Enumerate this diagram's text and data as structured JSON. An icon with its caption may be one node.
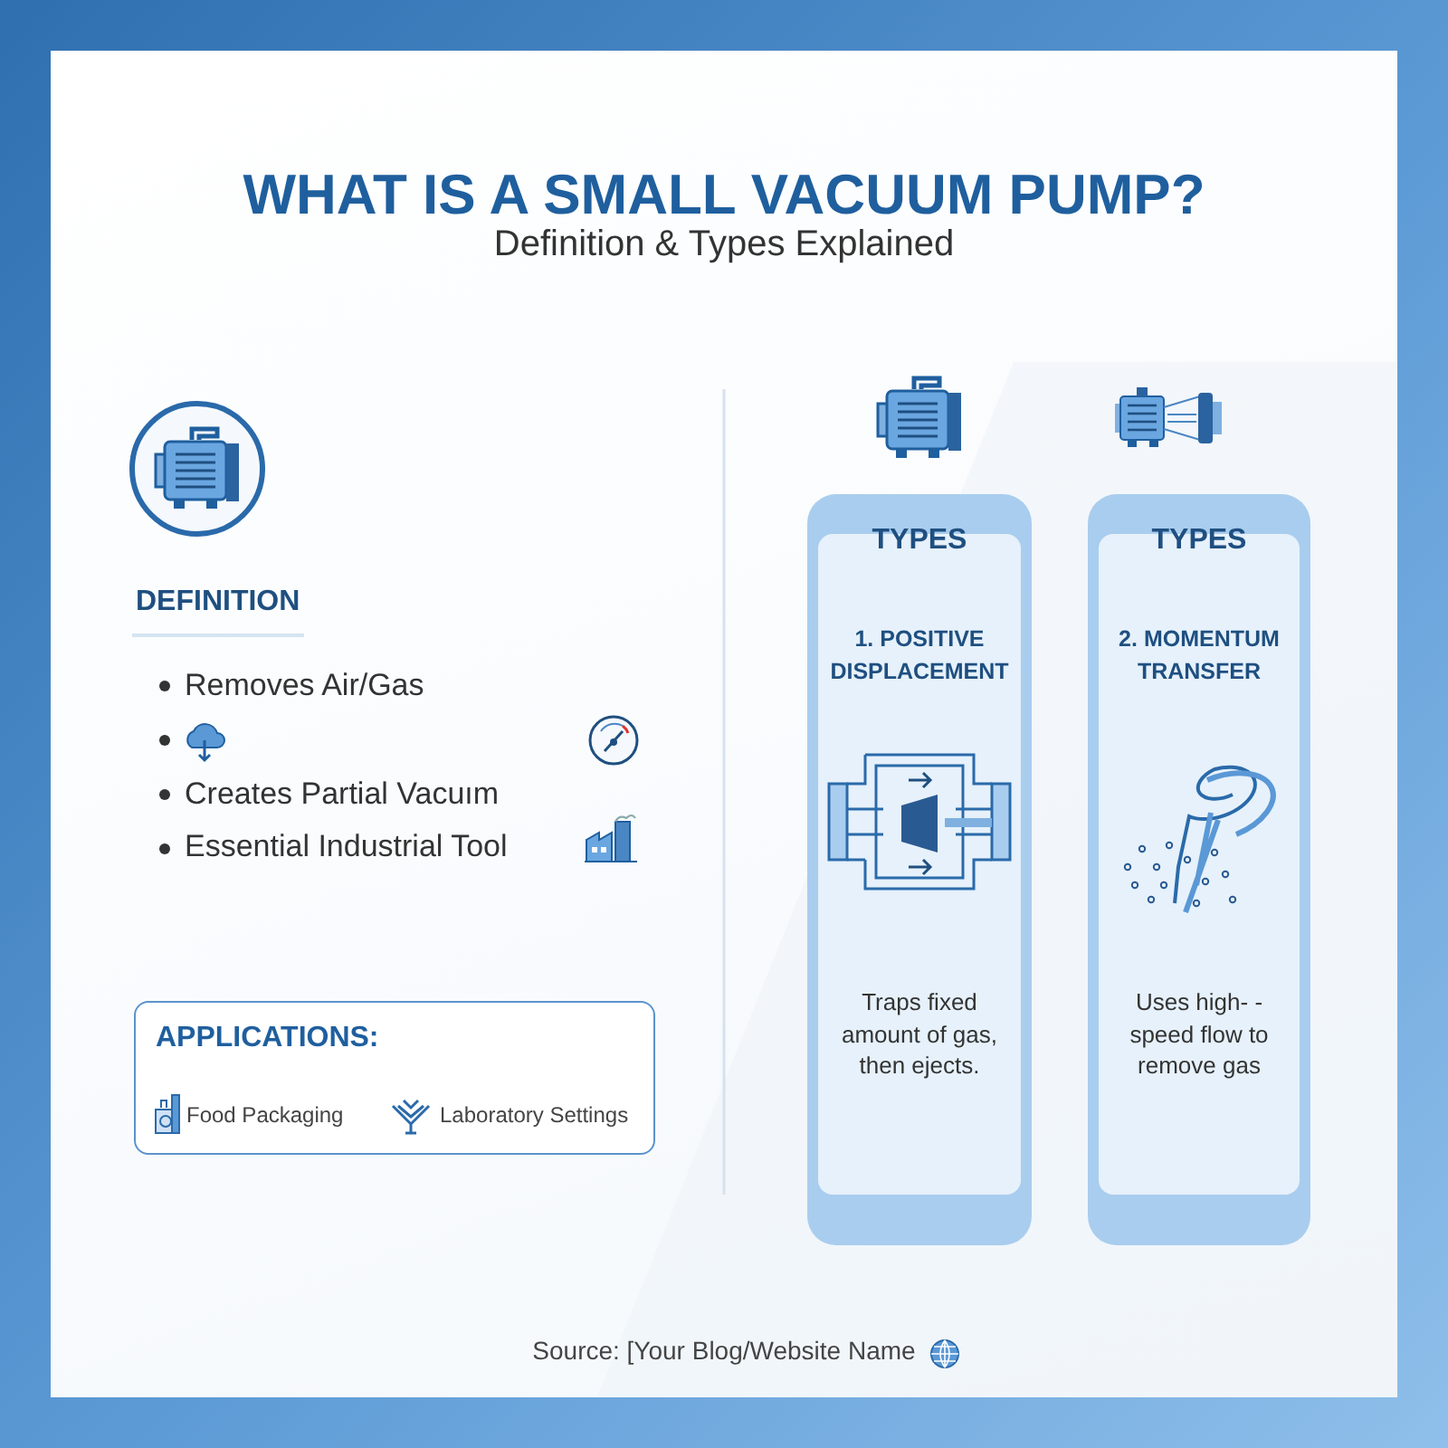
{
  "diagram": {
    "title": "WHAT IS A SMALL VACUUM PUMP?",
    "nodes": [
      {
        "text": [
          "APPLICATIONS:",
          "Food Packaging",
          "Laboratory Settings"
        ]
      },
      {
        "text": [
          "TYPES",
          "1. POSITIVE DISPLACEMENT",
          "Traps fixed amount of gas, then ejects."
        ]
      },
      {
        "text": [
          "TYPES",
          "2. MOMENTUM TRANSFER",
          "Uses high- -speed flow to remove gas"
        ]
      }
    ],
    "labels": [
      "Definition & Types Explained",
      "DEFINITION",
      "Removes Air/Gas",
      "Creates Partial Vacuım",
      "Essential Industrial Tool",
      "Source: [Your Blog/Website Name"
    ]
  }
}
